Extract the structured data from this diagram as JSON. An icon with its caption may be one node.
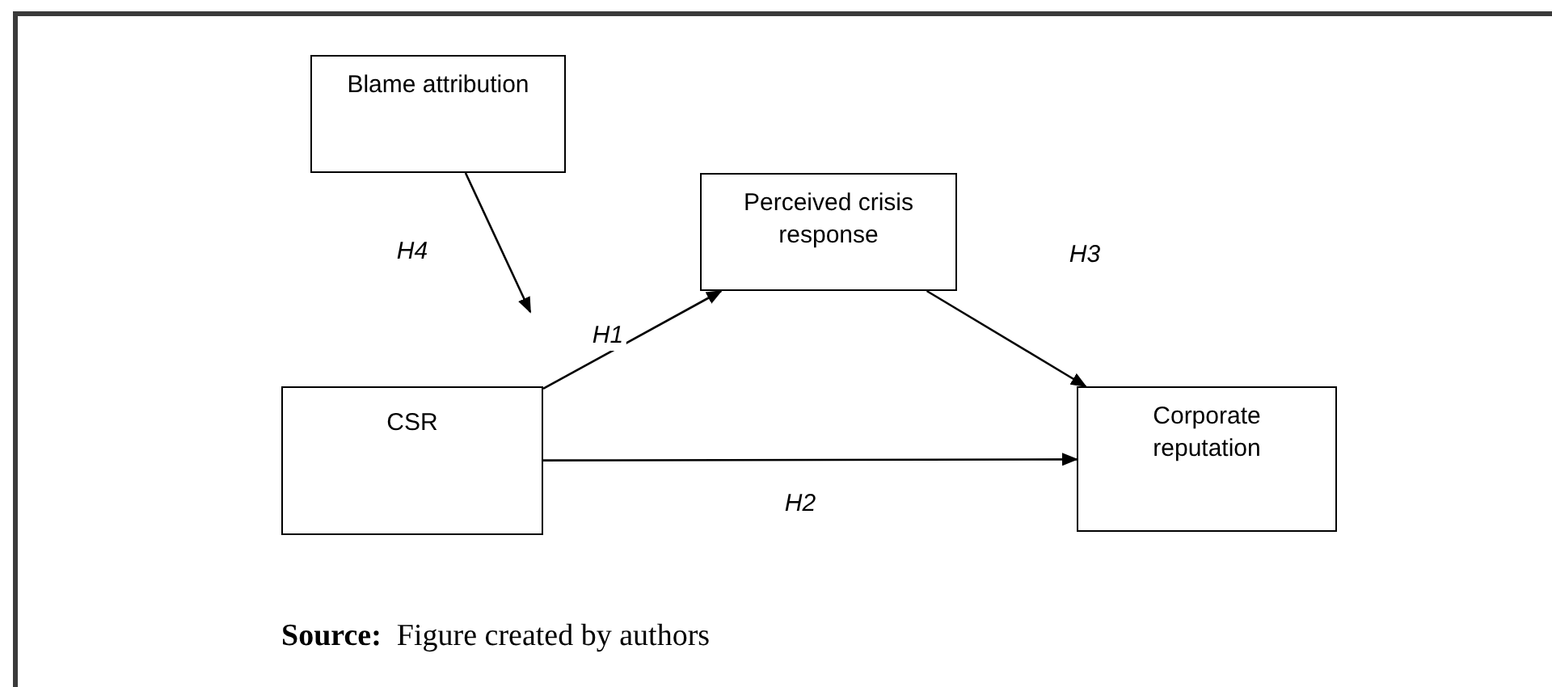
{
  "diagram": {
    "caption": "**Source:**  Figure created by authors",
    "nodes": [
      {
        "text": [
          "Blame attribution"
        ]
      },
      {
        "text": [
          "Perceived crisis response"
        ]
      },
      {
        "text": [
          "CSR"
        ]
      },
      {
        "text": [
          "Corporate reputation"
        ]
      }
    ],
    "edges": [
      {
        "from": 0,
        "to": null,
        "arrow": "to",
        "label": "H4"
      },
      {
        "from": 2,
        "to": 1,
        "arrow": "to",
        "label": "H1"
      },
      {
        "from": 2,
        "to": 3,
        "arrow": "to",
        "label": "H2"
      },
      {
        "from": 1,
        "to": 3,
        "arrow": "to",
        "label": "H3"
      }
    ]
  }
}
